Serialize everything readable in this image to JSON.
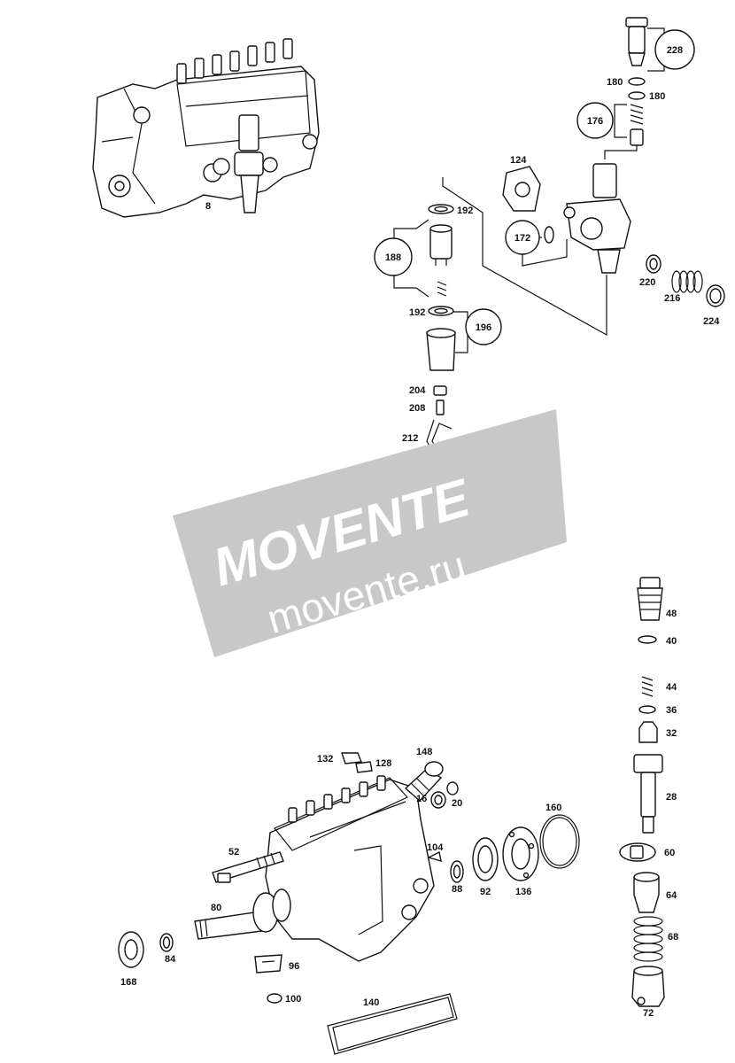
{
  "watermark": {
    "brand": "MOVENTE",
    "url": "movente.ru"
  },
  "labels": {
    "l8": "8",
    "l228": "228",
    "l180a": "180",
    "l180b": "180",
    "l176": "176",
    "l124": "124",
    "l192a": "192",
    "l188": "188",
    "l172": "172",
    "l220": "220",
    "l216": "216",
    "l224": "224",
    "l192b": "192",
    "l196": "196",
    "l204": "204",
    "l208": "208",
    "l212": "212",
    "l48": "48",
    "l40": "40",
    "l44": "44",
    "l36": "36",
    "l32": "32",
    "l28": "28",
    "l60": "60",
    "l64": "64",
    "l68": "68",
    "l72": "72",
    "l132": "132",
    "l128": "128",
    "l148": "148",
    "l16": "16",
    "l20": "20",
    "l160": "160",
    "l52": "52",
    "l104": "104",
    "l88": "88",
    "l92": "92",
    "l136": "136",
    "l80": "80",
    "l84": "84",
    "l168": "168",
    "l96": "96",
    "l100": "100",
    "l140": "140"
  },
  "colors": {
    "line": "#111111",
    "watermark_band": "#c8c8c8",
    "watermark_text": "#ffffff",
    "accent": "#8fc3e8"
  }
}
